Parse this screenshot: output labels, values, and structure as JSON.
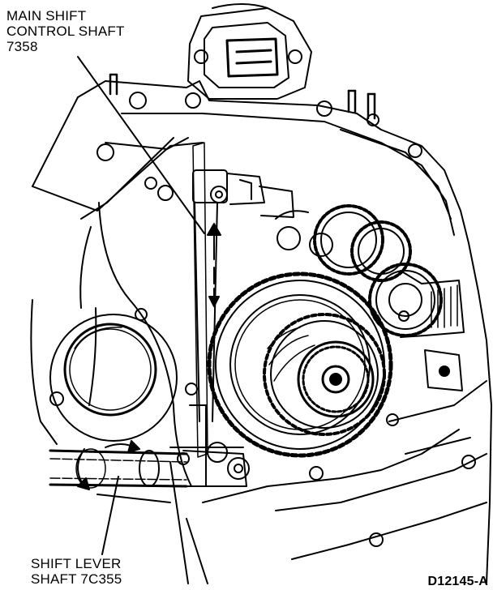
{
  "labels": {
    "main_shift": [
      "MAIN SHIFT",
      "CONTROL SHAFT",
      "7358"
    ],
    "shift_lever": [
      "SHIFT LEVER",
      "SHAFT 7C355"
    ],
    "figure_code": "D12145-A"
  },
  "colors": {
    "ink": "#000000",
    "paper": "#ffffff"
  }
}
